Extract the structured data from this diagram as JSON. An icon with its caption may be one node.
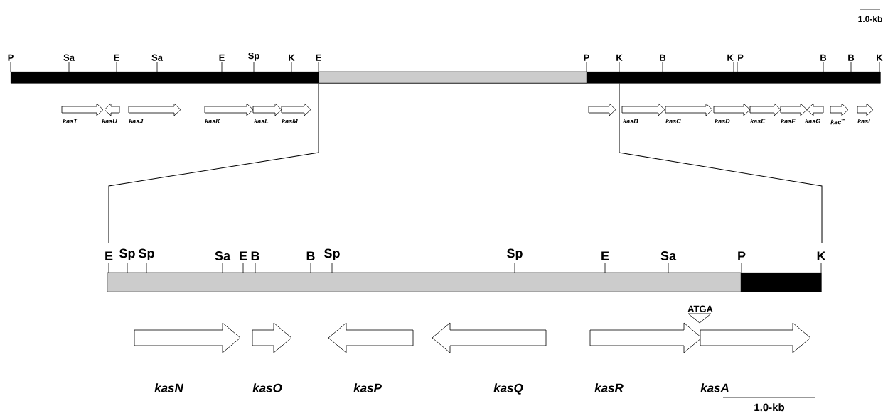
{
  "diagram": {
    "nodes": [
      {
        "text": [],
        "shape": "bar"
      },
      {
        "text": [
          "kasT"
        ]
      },
      {
        "text": [
          "kasU"
        ]
      },
      {
        "text": [
          "kasJ"
        ]
      },
      {
        "text": [
          "kasK"
        ]
      },
      {
        "text": [
          "kasL"
        ]
      },
      {
        "text": [
          "kasM"
        ]
      },
      {
        "text": [],
        "shape": "arrow"
      },
      {
        "text": [
          "kasB"
        ]
      },
      {
        "text": [
          "kasC"
        ]
      },
      {
        "text": [
          "kasD"
        ]
      },
      {
        "text": [
          "kasE"
        ]
      },
      {
        "text": [
          "kasF"
        ]
      },
      {
        "text": [
          "kasG"
        ]
      },
      {
        "text": [
          "kac$^{**}$"
        ]
      },
      {
        "text": [
          "kasI"
        ]
      },
      {
        "text": [],
        "shape": "bar"
      },
      {
        "text": [
          "kasN"
        ]
      },
      {
        "text": [
          "kasO"
        ]
      },
      {
        "text": [
          "kasP"
        ]
      },
      {
        "text": [
          "kasQ"
        ]
      },
      {
        "text": [
          "kasR"
        ]
      },
      {
        "text": [
          "kasA"
        ]
      }
    ],
    "edges": [
      {
        "from": 0,
        "to": 16,
        "arrow": "none"
      },
      {
        "from": 0,
        "to": 16,
        "arrow": "none"
      }
    ],
    "labels": [
      "1.0-kb",
      "P",
      "Sa",
      "E",
      "Sa",
      "E",
      "Sp",
      "K",
      "E",
      "P",
      "K",
      "B",
      "K",
      "P",
      "B",
      "B",
      "K",
      "E",
      "Sp",
      "Sp",
      "Sa",
      "E",
      "B",
      "B",
      "Sp",
      "Sp",
      "E",
      "Sa",
      "P",
      "K",
      "ATGA",
      "1.0-kb"
    ]
  }
}
